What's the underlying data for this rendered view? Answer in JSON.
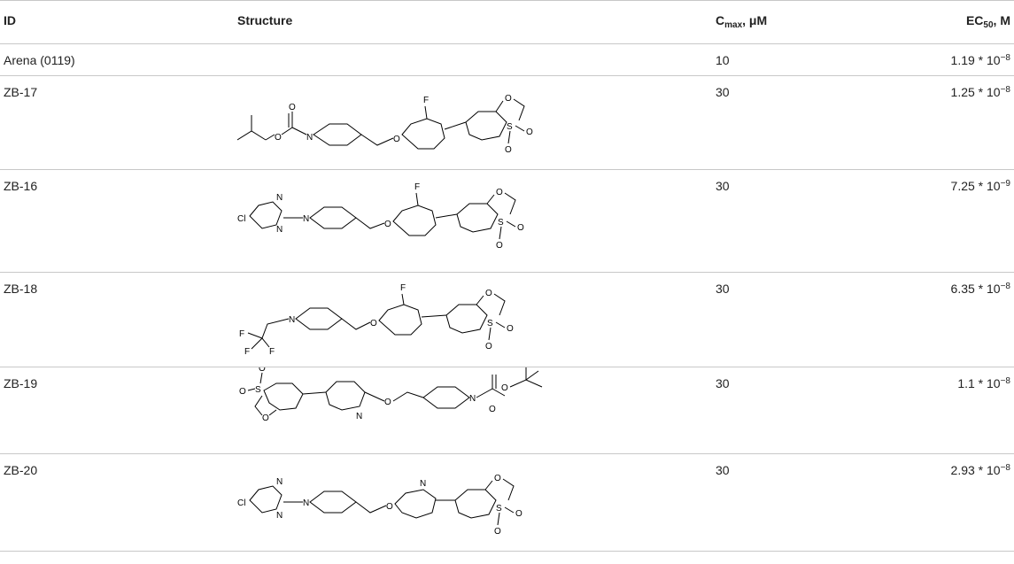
{
  "table": {
    "headers": {
      "id": "ID",
      "structure": "Structure",
      "cmax_main": "C",
      "cmax_sub": "max",
      "cmax_unit": ", μM",
      "ec_main": "EC",
      "ec_sub": "50",
      "ec_unit": ", M"
    },
    "rows": [
      {
        "id": "Arena (0119)",
        "cmax": "10",
        "ec_base": "1.19 * 10",
        "ec_exp": "−8",
        "structure_icon": "none"
      },
      {
        "id": "ZB-17",
        "cmax": "30",
        "ec_base": "1.25 * 10",
        "ec_exp": "−8",
        "structure_icon": "isopropyl-carbamate-piperidine-fluorophenyl-benzoxathiole-dioxide"
      },
      {
        "id": "ZB-16",
        "cmax": "30",
        "ec_base": "7.25 * 10",
        "ec_exp": "−9",
        "structure_icon": "chloropyrimidinyl-piperidine-fluorophenyl-benzoxathiole-dioxide"
      },
      {
        "id": "ZB-18",
        "cmax": "30",
        "ec_base": "6.35 * 10",
        "ec_exp": "−8",
        "structure_icon": "trifluoroethyl-piperidine-fluorophenyl-benzoxathiole-dioxide"
      },
      {
        "id": "ZB-19",
        "cmax": "30",
        "ec_base": "1.1 * 10",
        "ec_exp": "−8",
        "structure_icon": "benzoxathiole-dioxide-pyridine-piperidine-boc"
      },
      {
        "id": "ZB-20",
        "cmax": "30",
        "ec_base": "2.93 * 10",
        "ec_exp": "−8",
        "structure_icon": "chloropyrimidinyl-piperidine-pyridine-benzoxathiole-dioxide"
      }
    ],
    "atom_labels": {
      "o": "O",
      "n": "N",
      "s": "S",
      "f": "F",
      "cl": "Cl"
    }
  }
}
